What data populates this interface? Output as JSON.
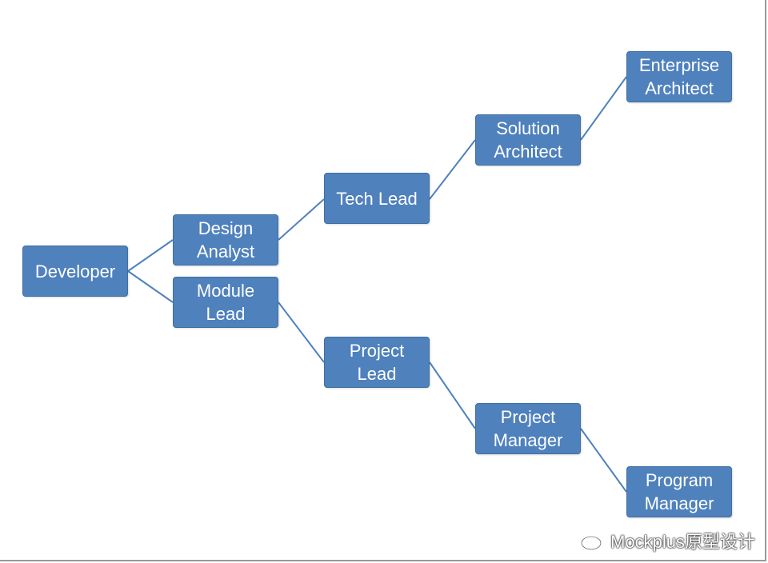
{
  "diagram": {
    "nodes": [
      {
        "id": "developer",
        "label": "Developer"
      },
      {
        "id": "design-analyst",
        "label": "Design\nAnalyst"
      },
      {
        "id": "module-lead",
        "label": "Module\nLead"
      },
      {
        "id": "tech-lead",
        "label": "Tech Lead"
      },
      {
        "id": "project-lead",
        "label": "Project\nLead"
      },
      {
        "id": "solution-architect",
        "label": "Solution\nArchitect"
      },
      {
        "id": "project-manager",
        "label": "Project\nManager"
      },
      {
        "id": "enterprise-architect",
        "label": "Enterprise\nArchitect"
      },
      {
        "id": "program-manager",
        "label": "Program\nManager"
      }
    ],
    "edges": [
      {
        "from": "developer",
        "to": "design-analyst"
      },
      {
        "from": "developer",
        "to": "module-lead"
      },
      {
        "from": "design-analyst",
        "to": "tech-lead"
      },
      {
        "from": "module-lead",
        "to": "project-lead"
      },
      {
        "from": "tech-lead",
        "to": "solution-architect"
      },
      {
        "from": "project-lead",
        "to": "project-manager"
      },
      {
        "from": "solution-architect",
        "to": "enterprise-architect"
      },
      {
        "from": "project-manager",
        "to": "program-manager"
      }
    ],
    "colors": {
      "node_fill": "#4f81bd",
      "connector": "#4f81bd"
    }
  },
  "watermark": {
    "text": "Mockplus原型设计",
    "icon": "weibo-icon"
  }
}
